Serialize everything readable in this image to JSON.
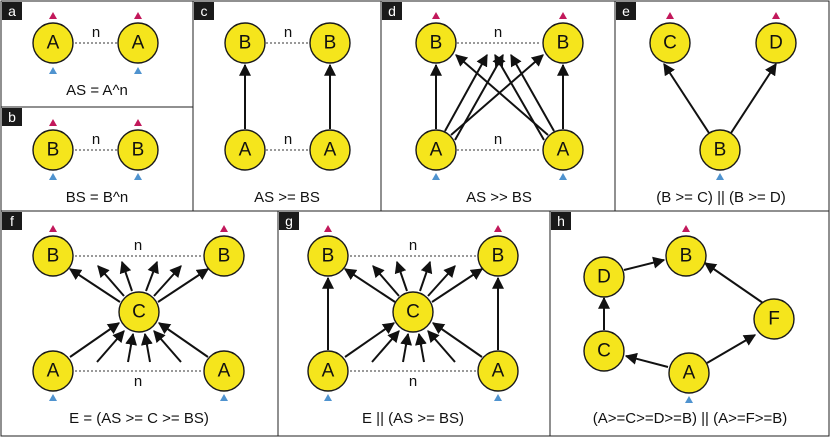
{
  "colors": {
    "node_fill": "#f5e51c",
    "input_marker": "#4f93cf",
    "output_marker": "#c2185b",
    "tag_fill": "#1a1a1a"
  },
  "panels": {
    "a": {
      "tag": "a",
      "caption": "AS = A^n",
      "n": "n",
      "nodes": [
        "A",
        "A"
      ]
    },
    "b": {
      "tag": "b",
      "caption": "BS = B^n",
      "n": "n",
      "nodes": [
        "B",
        "B"
      ]
    },
    "c": {
      "tag": "c",
      "caption": "AS >= BS",
      "n_top": "n",
      "n_bottom": "n",
      "nodes": [
        "B",
        "B",
        "A",
        "A"
      ]
    },
    "d": {
      "tag": "d",
      "caption": "AS >> BS",
      "n_top": "n",
      "n_bottom": "n",
      "nodes": [
        "B",
        "B",
        "A",
        "A"
      ]
    },
    "e": {
      "tag": "e",
      "caption": "(B >= C) || (B >= D)",
      "nodes": [
        "C",
        "D",
        "B"
      ]
    },
    "f": {
      "tag": "f",
      "caption": "E = (AS >= C >= BS)",
      "n_top": "n",
      "n_bottom": "n",
      "nodes": [
        "B",
        "B",
        "C",
        "A",
        "A"
      ]
    },
    "g": {
      "tag": "g",
      "caption": "E || (AS >= BS)",
      "n_top": "n",
      "n_bottom": "n",
      "nodes": [
        "B",
        "B",
        "C",
        "A",
        "A"
      ]
    },
    "h": {
      "tag": "h",
      "caption": "(A>=C>=D>=B) || (A>=F>=B)",
      "nodes": [
        "D",
        "B",
        "F",
        "C",
        "A"
      ]
    }
  }
}
